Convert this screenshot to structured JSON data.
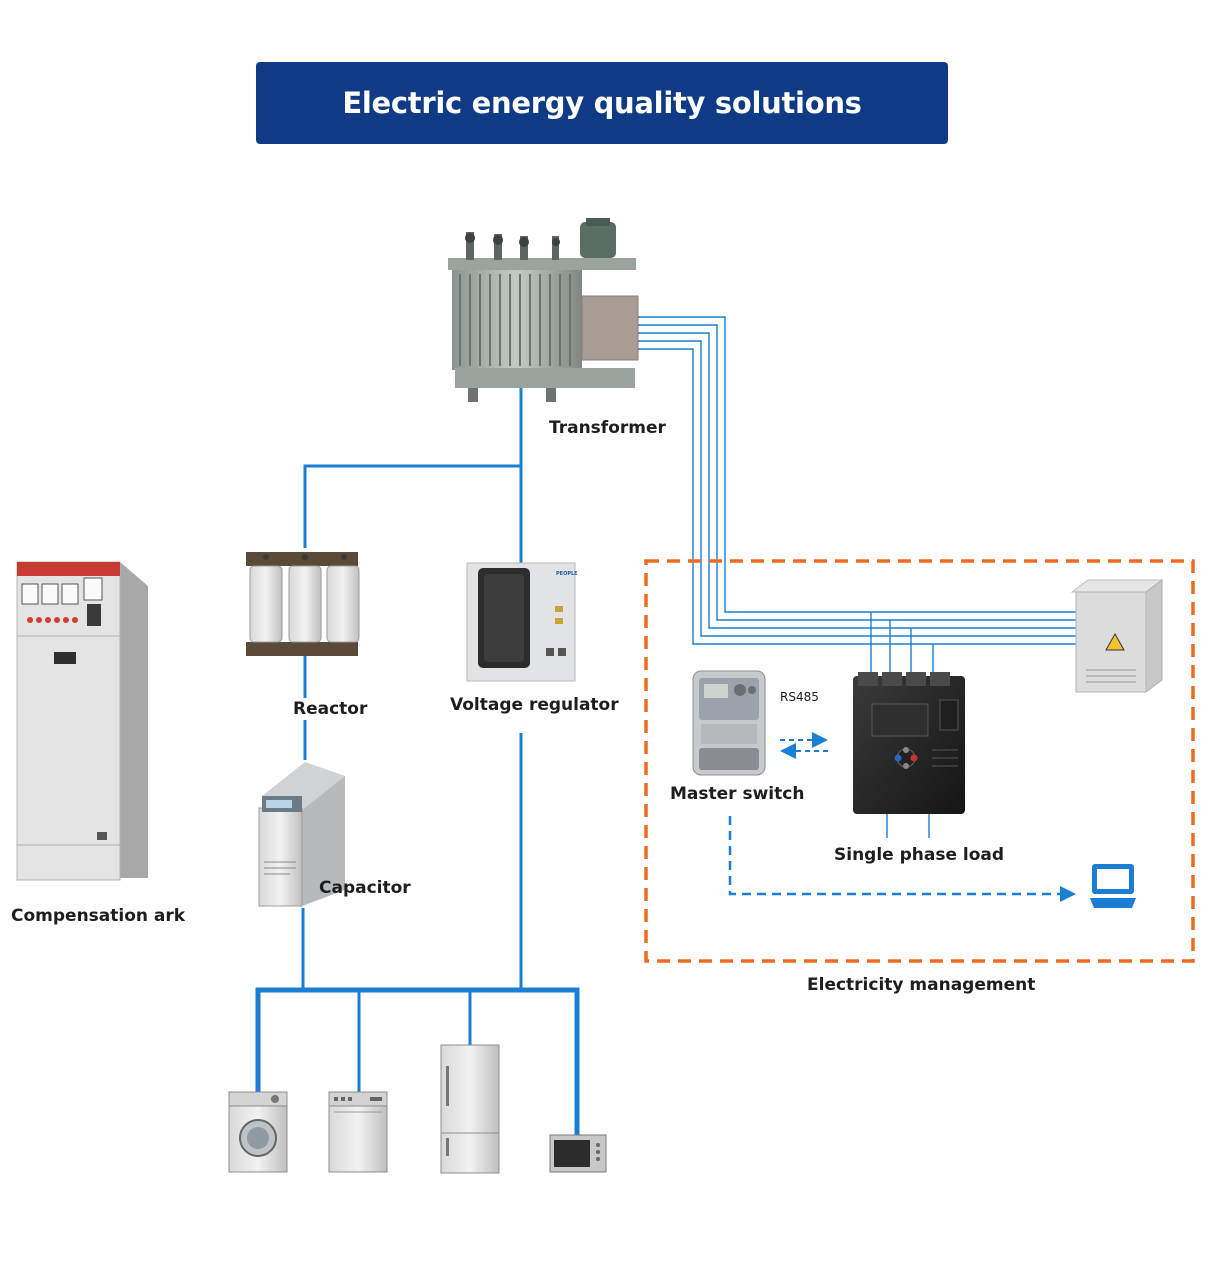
{
  "title": "Electric energy quality solutions",
  "labels": {
    "transformer": "Transformer",
    "reactor": "Reactor",
    "voltage_regulator": "Voltage regulator",
    "compensation_ark": "Compensation ark",
    "capacitor": "Capacitor",
    "master_switch": "Master switch",
    "rs485": "RS485",
    "single_phase_load": "Single phase load",
    "electricity_management": "Electricity management"
  },
  "device_text": {
    "regulator_brand": "PEOPLE"
  },
  "colors": {
    "banner": "#0f3a86",
    "line_blue": "#1a7fd4",
    "dashed_orange": "#f26a21"
  },
  "icons": [
    "transformer-icon",
    "reactor-icon",
    "voltage-regulator-icon",
    "compensation-cabinet-icon",
    "capacitor-icon",
    "electric-meter-icon",
    "circuit-breaker-icon",
    "outdoor-distribution-box-icon",
    "computer-icon",
    "washing-machine-icon",
    "dishwasher-icon",
    "refrigerator-icon",
    "microwave-icon"
  ]
}
